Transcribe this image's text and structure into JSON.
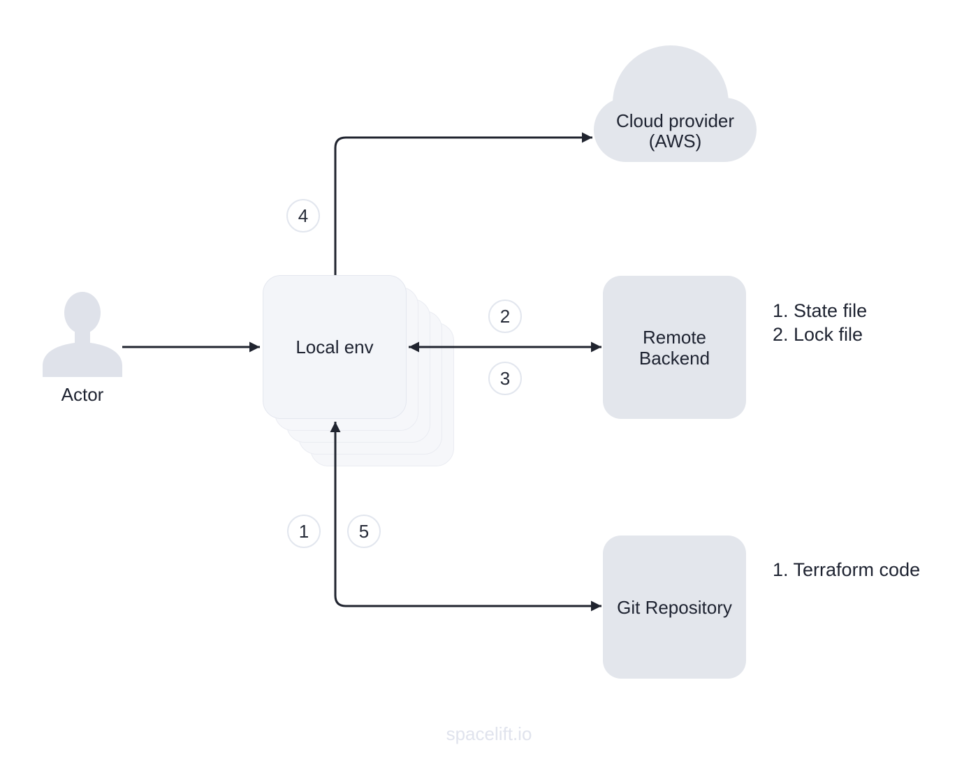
{
  "diagram": {
    "watermark": "spacelift.io",
    "nodes": {
      "actor": {
        "label": "Actor"
      },
      "local_env": {
        "label": "Local env"
      },
      "cloud": {
        "line1": "Cloud provider",
        "line2": "(AWS)"
      },
      "remote_backend": {
        "label": "Remote Backend"
      },
      "git_repository": {
        "label": "Git Repository"
      }
    },
    "steps": {
      "s1": "1",
      "s2": "2",
      "s3": "3",
      "s4": "4",
      "s5": "5"
    },
    "annotations": {
      "remote_backend": {
        "line1": "1. State file",
        "line2": "2. Lock file"
      },
      "git_repository": {
        "line1": "1. Terraform code"
      }
    },
    "colors": {
      "node_fill": "#e3e6ec",
      "stack_fill": "#f3f5f9",
      "icon_fill": "#dfe2ea",
      "arrow": "#20242f",
      "text": "#1d2230",
      "step_border": "#e2e6ee",
      "watermark": "#e0e3ed"
    }
  }
}
